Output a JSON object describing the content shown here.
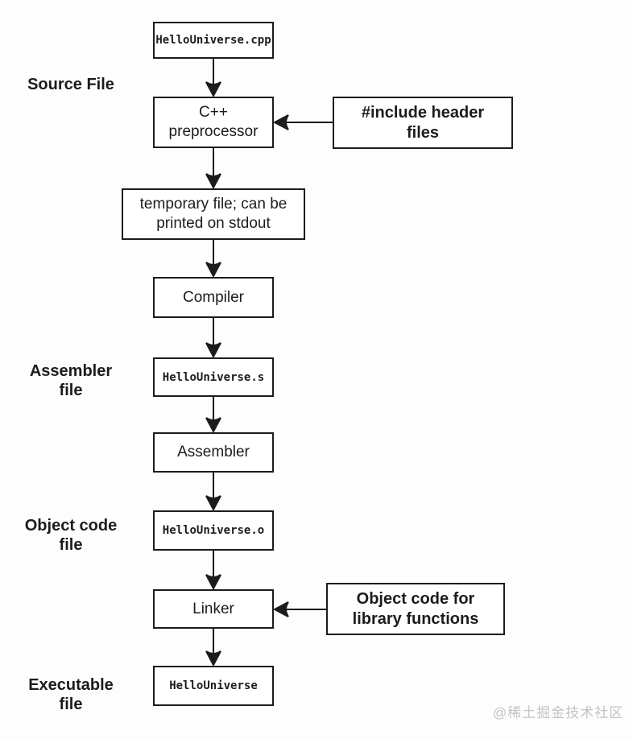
{
  "flow": {
    "stage_labels": {
      "source_file": "Source File",
      "assembler_file": "Assembler\nfile",
      "object_code_file": "Object code\nfile",
      "executable_file": "Executable\nfile"
    },
    "nodes": {
      "source_cpp": "HelloUniverse.cpp",
      "preprocessor": "C++\npreprocessor",
      "include_headers": "#include header\nfiles",
      "temp_file": "temporary file; can be\nprinted on stdout",
      "compiler": "Compiler",
      "assembler_output": "HelloUniverse.s",
      "assembler": "Assembler",
      "object_file": "HelloUniverse.o",
      "linker": "Linker",
      "library_objects": "Object code for\nlibrary functions",
      "executable": "HelloUniverse"
    },
    "colors": {
      "ink": "#1c1c1c",
      "box_fill": "#ffffff",
      "background": "#fdfdfd",
      "watermark": "#c3c3c3"
    },
    "watermark": "@稀土掘金技术社区"
  }
}
